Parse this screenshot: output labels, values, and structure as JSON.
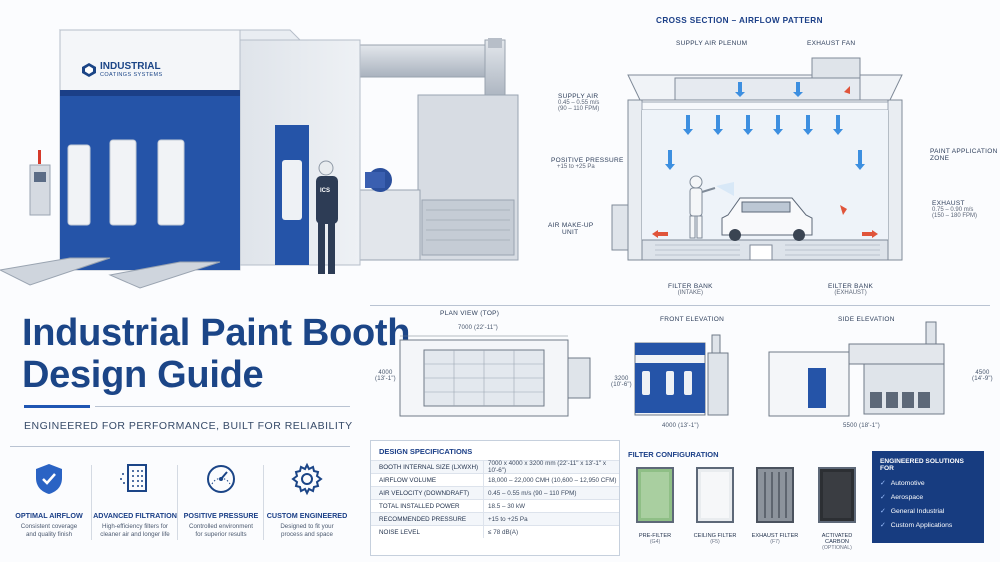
{
  "hero": {
    "brand_line1": "INDUSTRIAL",
    "brand_line2": "COATINGS SYSTEMS",
    "worker_badge": "ICS",
    "title_line1": "Industrial Paint Booth",
    "title_line2": "Design Guide",
    "tagline": "ENGINEERED FOR PERFORMANCE, BUILT FOR RELIABILITY"
  },
  "cross_section": {
    "title": "CROSS SECTION – AIRFLOW PATTERN",
    "labels": {
      "supply_plenum": "SUPPLY AIR PLENUM",
      "exhaust_fan": "EXHAUST FAN",
      "supply_air": "SUPPLY AIR",
      "supply_air_v1": "0.45 – 0.55 m/s",
      "supply_air_v2": "(90 – 110 FPM)",
      "positive_pressure": "POSITIVE PRESSURE",
      "positive_pressure_v": "+15 to +25 Pa",
      "air_makeup_1": "AIR MAKE-UP",
      "air_makeup_2": "UNIT",
      "paint_zone_1": "PAINT APPLICATION",
      "paint_zone_2": "ZONE",
      "exhaust": "EXHAUST",
      "exhaust_v1": "0.75 – 0.90 m/s",
      "exhaust_v2": "(150 – 180 FPM)",
      "filter_intake_1": "FILTER BANK",
      "filter_intake_2": "(INTAKE)",
      "filter_exhaust_1": "EILTER BANK",
      "filter_exhaust_2": "(EXHAUST)"
    }
  },
  "views": {
    "plan_title": "PLAN VIEW (TOP)",
    "plan_width": "7000 (22'-11\")",
    "plan_depth_1": "4000",
    "plan_depth_2": "(13'-1\")",
    "front_title": "FRONT ELEVATION",
    "front_height_1": "3200",
    "front_height_2": "(10'-6\")",
    "front_width": "4000 (13'-1\")",
    "side_title": "SIDE ELEVATION",
    "side_height_1": "4500",
    "side_height_2": "(14'-9\")",
    "side_length": "5500 (18'-1\")"
  },
  "features": [
    {
      "icon": "shield-check-icon",
      "title": "OPTIMAL AIRFLOW",
      "desc1": "Consistent coverage",
      "desc2": "and quality finish"
    },
    {
      "icon": "filter-icon",
      "title": "ADVANCED FILTRATION",
      "desc1": "High-efficiency filters for",
      "desc2": "cleaner air and longer life"
    },
    {
      "icon": "gauge-icon",
      "title": "POSITIVE PRESSURE",
      "desc1": "Controlled environment",
      "desc2": "for superior results"
    },
    {
      "icon": "gear-icon",
      "title": "CUSTOM ENGINEERED",
      "desc1": "Designed to fit your",
      "desc2": "process and space"
    }
  ],
  "specs": {
    "title": "DESIGN SPECIFICATIONS",
    "rows": [
      {
        "k": "BOOTH INTERNAL SIZE (LxWxH)",
        "v": "7000 x 4000 x 3200 mm (22'-11\" x 13'-1\" x 10'-6\")"
      },
      {
        "k": "AIRFLOW VOLUME",
        "v": "18,000 – 22,000 CMH (10,600 – 12,950 CFM)"
      },
      {
        "k": "AIR VELOCITY (DOWNDRAFT)",
        "v": "0.45 – 0.55 m/s (90 – 110 FPM)"
      },
      {
        "k": "TOTAL INSTALLED POWER",
        "v": "18.5 – 30 kW"
      },
      {
        "k": "RECOMMENDED PRESSURE",
        "v": "+15 to +25 Pa"
      },
      {
        "k": "NOISE LEVEL",
        "v": "≤ 78 dB(A)"
      }
    ]
  },
  "filters": {
    "title": "FILTER CONFIGURATION",
    "items": [
      {
        "name": "PRE-FILTER",
        "code": "(G4)",
        "color": "#8fbf86"
      },
      {
        "name": "CEILING FILTER",
        "code": "(F5)",
        "color": "#e9ecef"
      },
      {
        "name": "EXHAUST FILTER",
        "code": "(F7)",
        "color": "#8c939c"
      },
      {
        "name": "ACTIVATED CARBON",
        "code": "(OPTIONAL)",
        "color": "#2c2f33"
      }
    ]
  },
  "solutions": {
    "title": "ENGINEERED SOLUTIONS FOR",
    "items": [
      "Automotive",
      "Aerospace",
      "General Industrial",
      "Custom Applications"
    ]
  },
  "colors": {
    "brand": "#1b4587",
    "accent": "#1f56b3",
    "airflow_blue": "#3d8fe0",
    "exhaust_red": "#e0543a"
  }
}
